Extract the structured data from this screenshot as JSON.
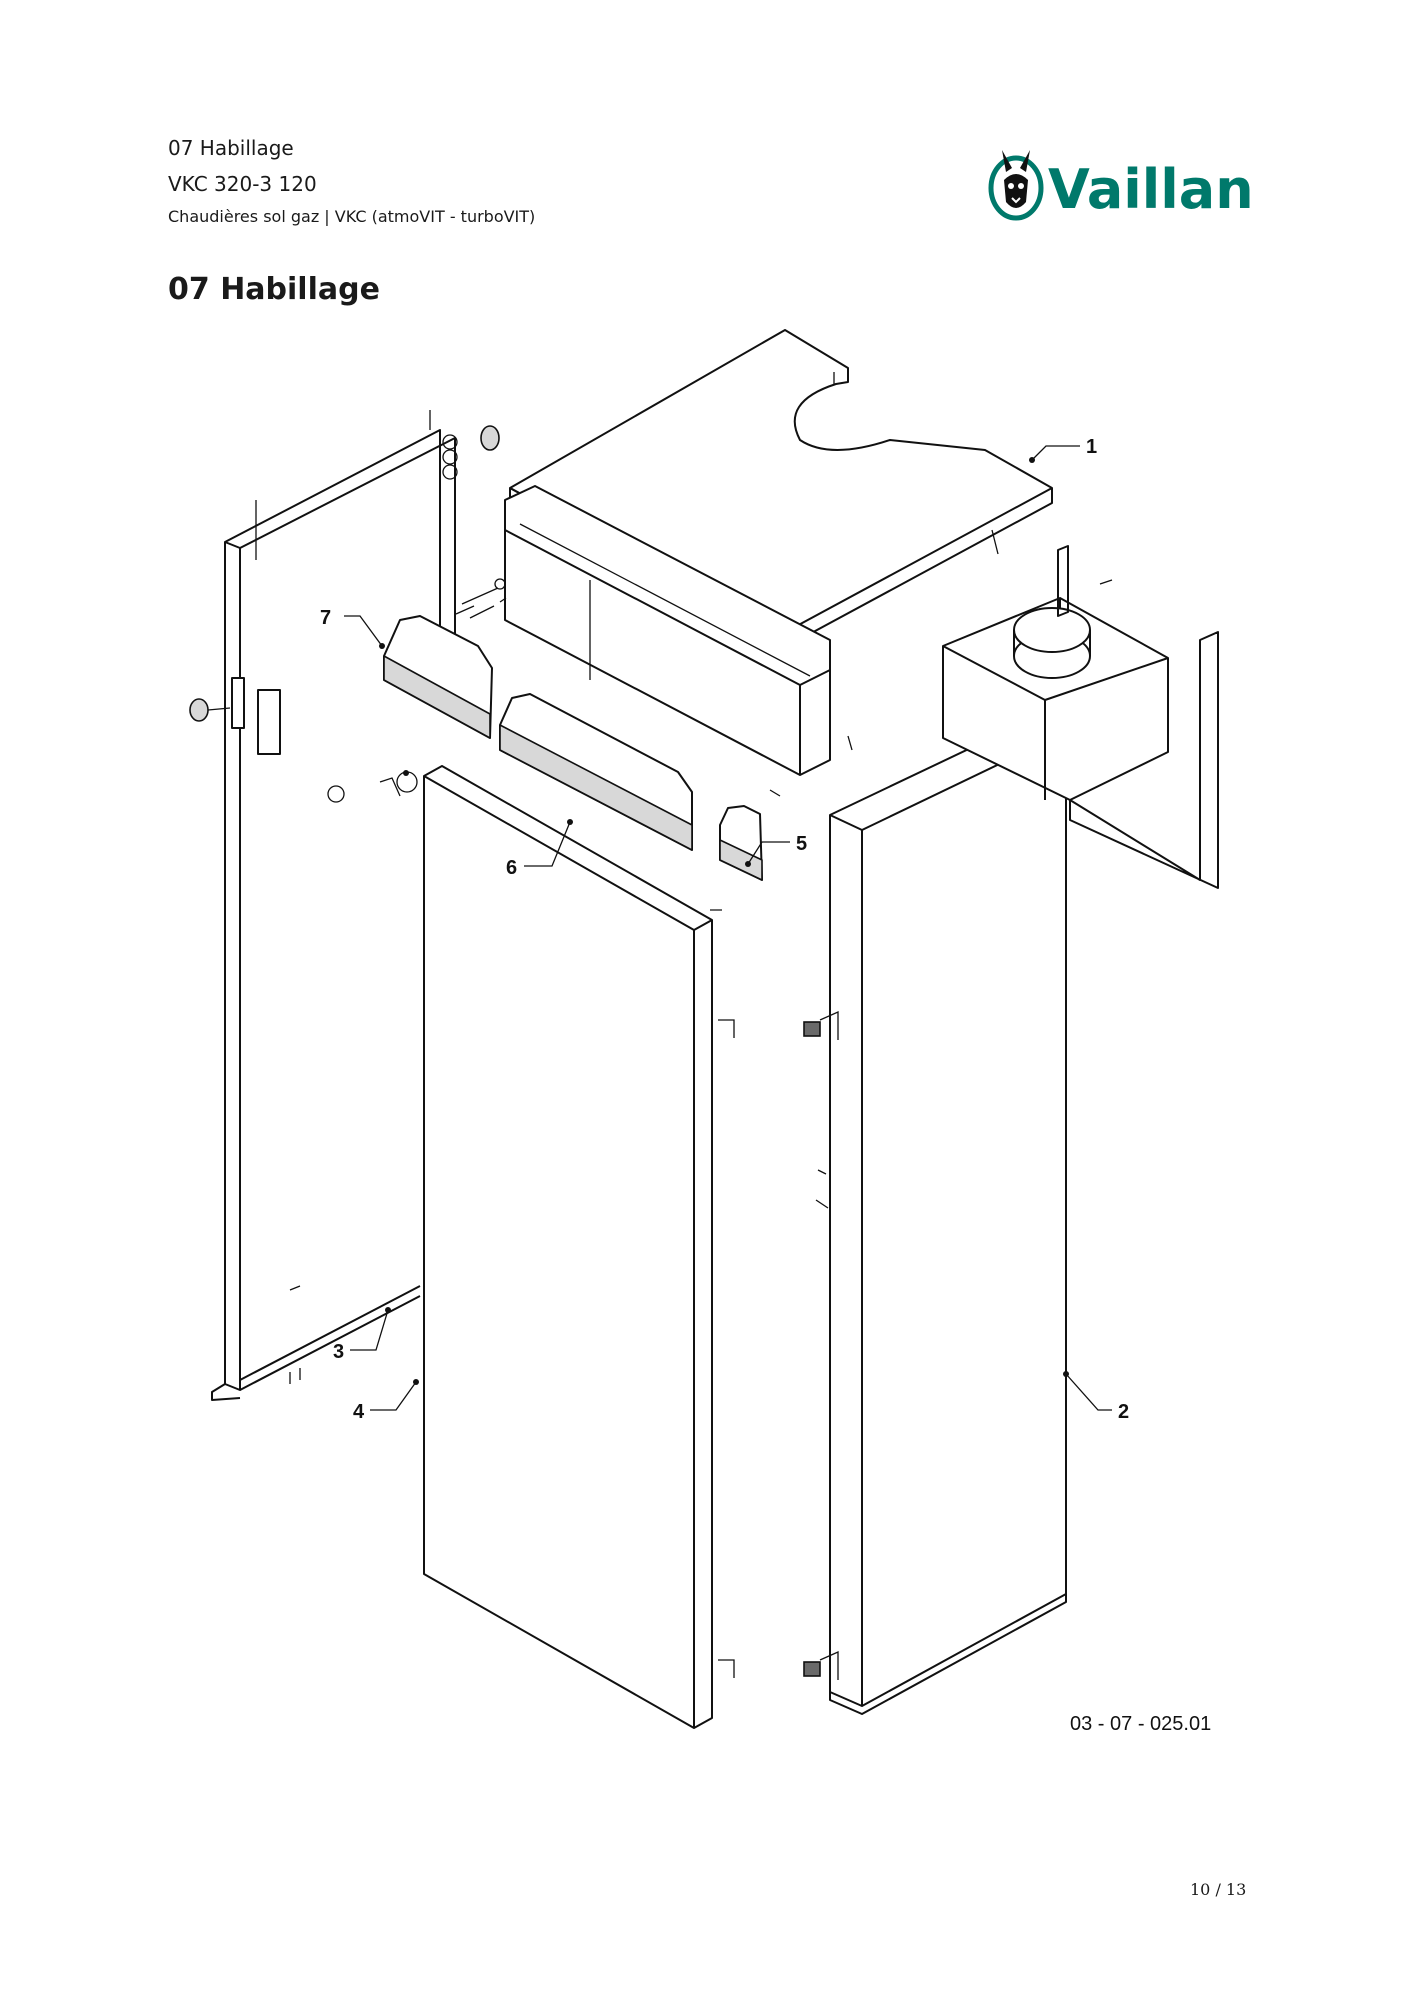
{
  "header": {
    "section": "07 Habillage",
    "model": "VKC 320-3 120",
    "category": "Chaudières sol gaz | VKC (atmoVIT - turboVIT)"
  },
  "brand": {
    "name": "Vaillant",
    "color": "#00796b",
    "icon": "rabbit-logo-icon"
  },
  "title": "07 Habillage",
  "diagram": {
    "callouts": [
      "1",
      "2",
      "3",
      "4",
      "5",
      "6",
      "7"
    ],
    "reference": "03 - 07 - 025.01"
  },
  "footer": {
    "page": "10 / 13"
  }
}
